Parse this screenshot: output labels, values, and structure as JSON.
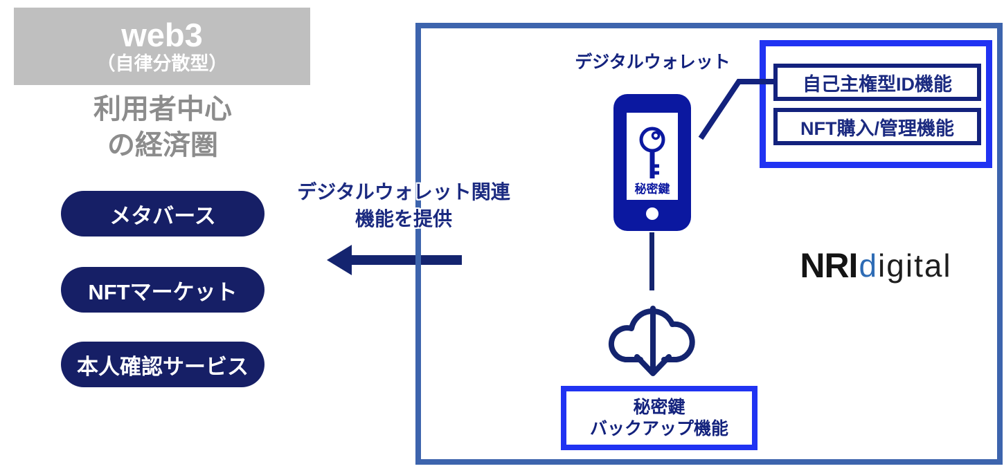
{
  "left_panel": {
    "header": {
      "title": "web3",
      "subtitle": "（自律分散型）"
    },
    "ecosystem": {
      "line1": "利用者中心",
      "line2": "の経済圏"
    },
    "pills": [
      {
        "label": "メタバース"
      },
      {
        "label": "NFTマーケット"
      },
      {
        "label": "本人確認サービス"
      }
    ]
  },
  "arrow_label": {
    "line1": "デジタルウォレット関連",
    "line2": "機能を提供"
  },
  "wallet": {
    "title": "デジタルウォレット",
    "phone_screen_label": "秘密鍵",
    "features": [
      {
        "label": "自己主権型ID機能"
      },
      {
        "label": "NFT購入/管理機能"
      }
    ],
    "backup": {
      "line1": "秘密鍵",
      "line2": "バックアップ機能"
    }
  },
  "logo": {
    "nri": "NRI",
    "d": "d",
    "igital": "igital"
  },
  "icons": {
    "left_arrow": "left-arrow-icon",
    "smartphone": "smartphone-icon",
    "key": "key-icon",
    "cloud_download": "cloud-download-icon"
  },
  "colors": {
    "navy": "#14246f",
    "pill_navy": "#161f66",
    "phone_blue": "#0b18a0",
    "bright_blue": "#2033f2",
    "steel_blue": "#3d64ad",
    "gray_box": "#bfbfbf",
    "gray_text": "#8c8c8c",
    "text_navy": "#1b2a80",
    "logo_blue": "#2e6cb5"
  }
}
